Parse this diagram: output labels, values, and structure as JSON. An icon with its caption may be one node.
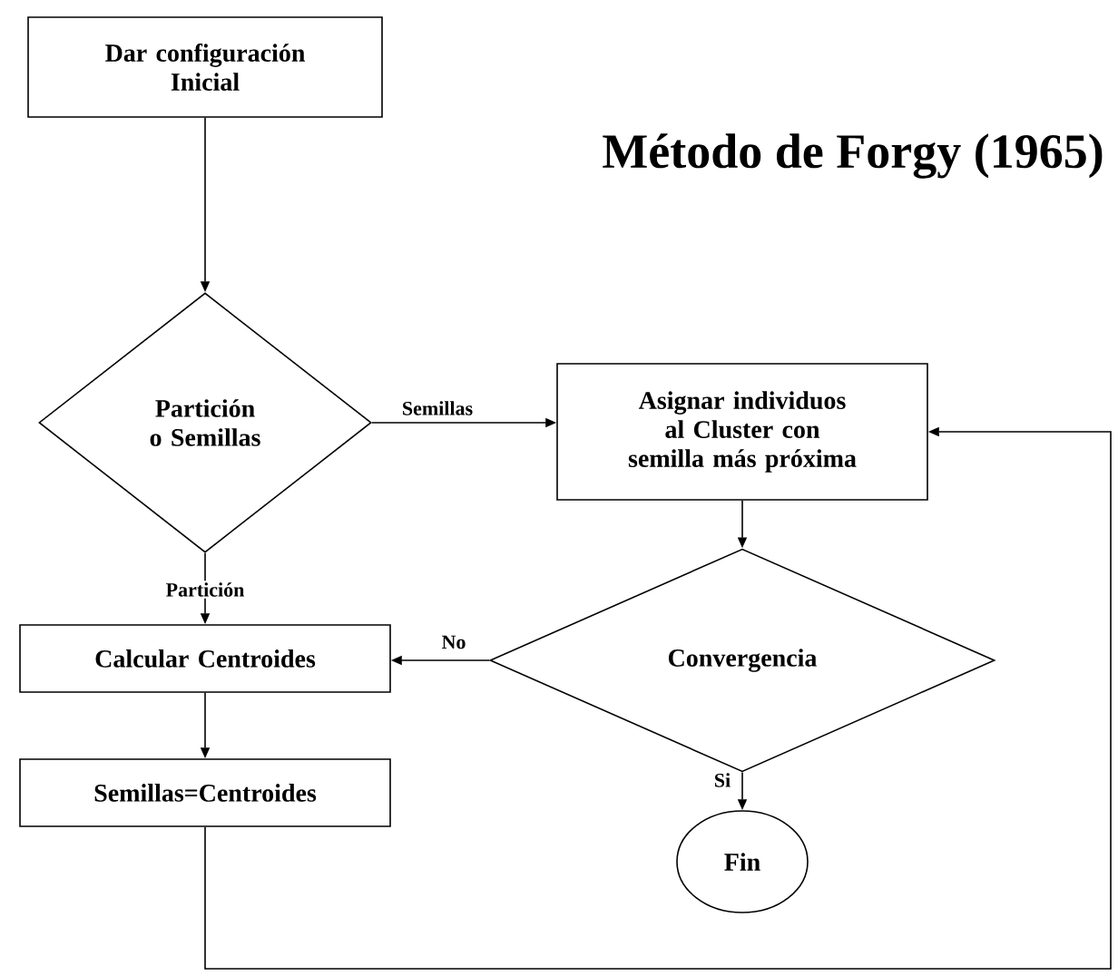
{
  "diagram": {
    "title": "Método de Forgy (1965)",
    "nodes": [
      {
        "text": [
          "Dar configuración Inicial"
        ]
      },
      {
        "text": [
          "Partición o Semillas"
        ]
      },
      {
        "text": [
          "Asignar individuos al Cluster con semilla más próxima"
        ]
      },
      {
        "text": [
          "Convergencia"
        ]
      },
      {
        "text": [
          "Calcular Centroides"
        ]
      },
      {
        "text": [
          "Semillas=Centroides"
        ]
      },
      {
        "text": [
          "Fin"
        ]
      }
    ],
    "edges": [
      {
        "from": 0,
        "to": 1,
        "arrow": "to"
      },
      {
        "from": 1,
        "to": 2,
        "arrow": "to",
        "label": "Semillas"
      },
      {
        "from": 1,
        "to": 4,
        "arrow": "to",
        "label": "Partición"
      },
      {
        "from": 2,
        "to": 3,
        "arrow": "to"
      },
      {
        "from": 3,
        "to": 4,
        "arrow": "to",
        "label": "No"
      },
      {
        "from": 3,
        "to": 6,
        "arrow": "to",
        "label": "Si"
      },
      {
        "from": 4,
        "to": 5,
        "arrow": "to"
      },
      {
        "from": 5,
        "to": 2,
        "arrow": "to"
      }
    ]
  }
}
